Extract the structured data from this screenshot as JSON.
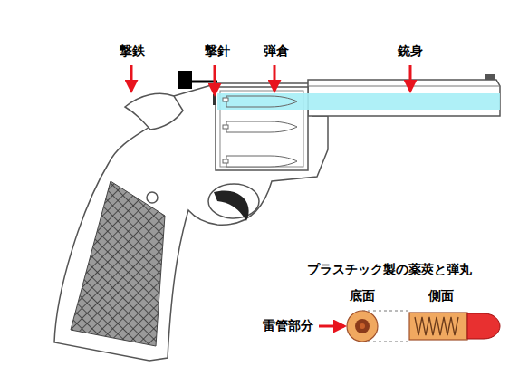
{
  "diagram": {
    "labels": [
      "撃鉄",
      "撃針",
      "弾倉",
      "銃身",
      "プラスチック製の薬莢と弾丸",
      "底面",
      "側面",
      "雷管部分"
    ]
  }
}
